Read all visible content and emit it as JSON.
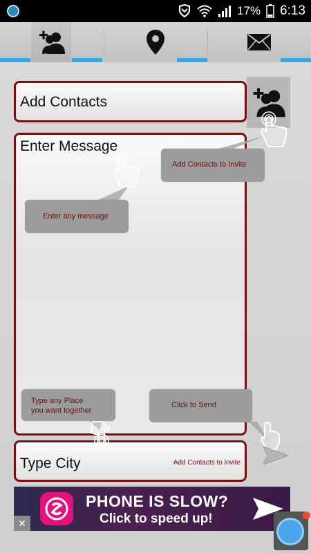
{
  "status_bar": {
    "battery_percent": "17%",
    "time": "6:13"
  },
  "tabs": [
    {
      "icon": "add-contact-icon",
      "active": true
    },
    {
      "icon": "location-pin-icon",
      "active": false
    },
    {
      "icon": "envelope-icon",
      "active": false
    }
  ],
  "form": {
    "contacts_label": "Add Contacts",
    "message_label": "Enter Message",
    "city_label": "Type City",
    "city_hint": "Add Contacts to invite"
  },
  "tooltips": {
    "invite": "Add Contacts to Invite",
    "message": "Enter any message",
    "place_line1": "Type any Place",
    "place_line2": "you want together",
    "send": "Click to Send"
  },
  "ad": {
    "headline": "PHONE IS SLOW?",
    "subline": "Click to speed up!",
    "close_glyph": "✕"
  },
  "colors": {
    "accent": "#39a8e0",
    "field_border": "#7a0d12",
    "tooltip_bg": "#9c9c9c",
    "tooltip_text": "#6a0c10"
  }
}
